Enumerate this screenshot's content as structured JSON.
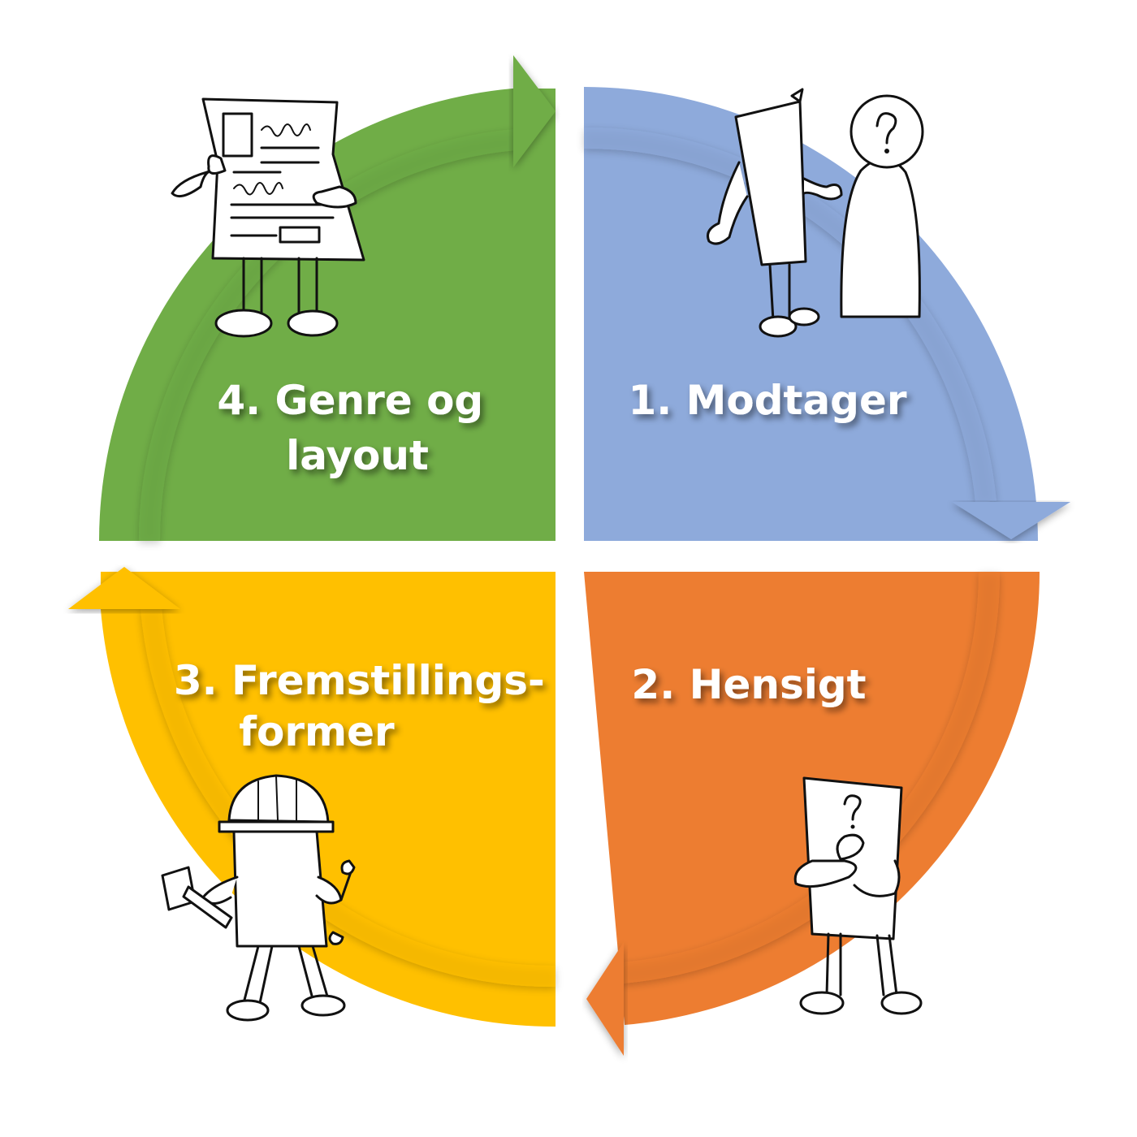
{
  "colors": {
    "step1": "#8EAADB",
    "step2": "#ED7D31",
    "step3": "#FFC000",
    "step4": "#70AD47",
    "text": "#FFFFFF"
  },
  "steps": [
    {
      "id": "1",
      "lines": [
        "1. Modtager"
      ],
      "icon": "receiver-and-person-icon"
    },
    {
      "id": "2",
      "lines": [
        "2. Hensigt"
      ],
      "icon": "thinking-document-icon"
    },
    {
      "id": "3",
      "lines": [
        "3. Fremstillings-",
        "former"
      ],
      "icon": "builder-document-icon"
    },
    {
      "id": "4",
      "lines": [
        "4. Genre og",
        "layout"
      ],
      "icon": "reading-document-icon"
    }
  ]
}
